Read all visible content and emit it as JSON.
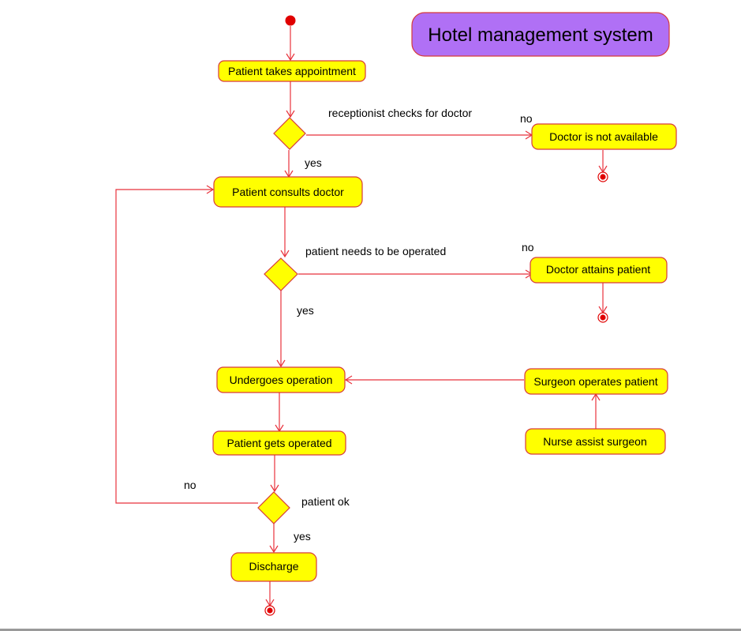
{
  "title": "Hotel management system",
  "colors": {
    "node_fill": "#ffff00",
    "node_border": "#d63a3a",
    "flow_line": "#e8323c",
    "title_fill": "#b070f5",
    "start_dot": "#e00000"
  },
  "nodes": {
    "take_appointment": "Patient takes appointment",
    "doctor_not_available": "Doctor is not available",
    "consults_doctor": "Patient consults doctor",
    "doctor_attains": "Doctor attains patient",
    "undergoes_operation": "Undergoes operation",
    "surgeon_operates": "Surgeon operates patient",
    "gets_operated": "Patient gets operated",
    "nurse_assist": "Nurse assist surgeon",
    "discharge": "Discharge"
  },
  "decisions": {
    "doctor_check": "receptionist checks for doctor",
    "needs_operation": "patient needs to be operated",
    "patient_ok": "patient ok"
  },
  "branch_labels": {
    "d1_no": "no",
    "d1_yes": "yes",
    "d2_no": "no",
    "d2_yes": "yes",
    "d3_no": "no",
    "d3_yes": "yes"
  }
}
